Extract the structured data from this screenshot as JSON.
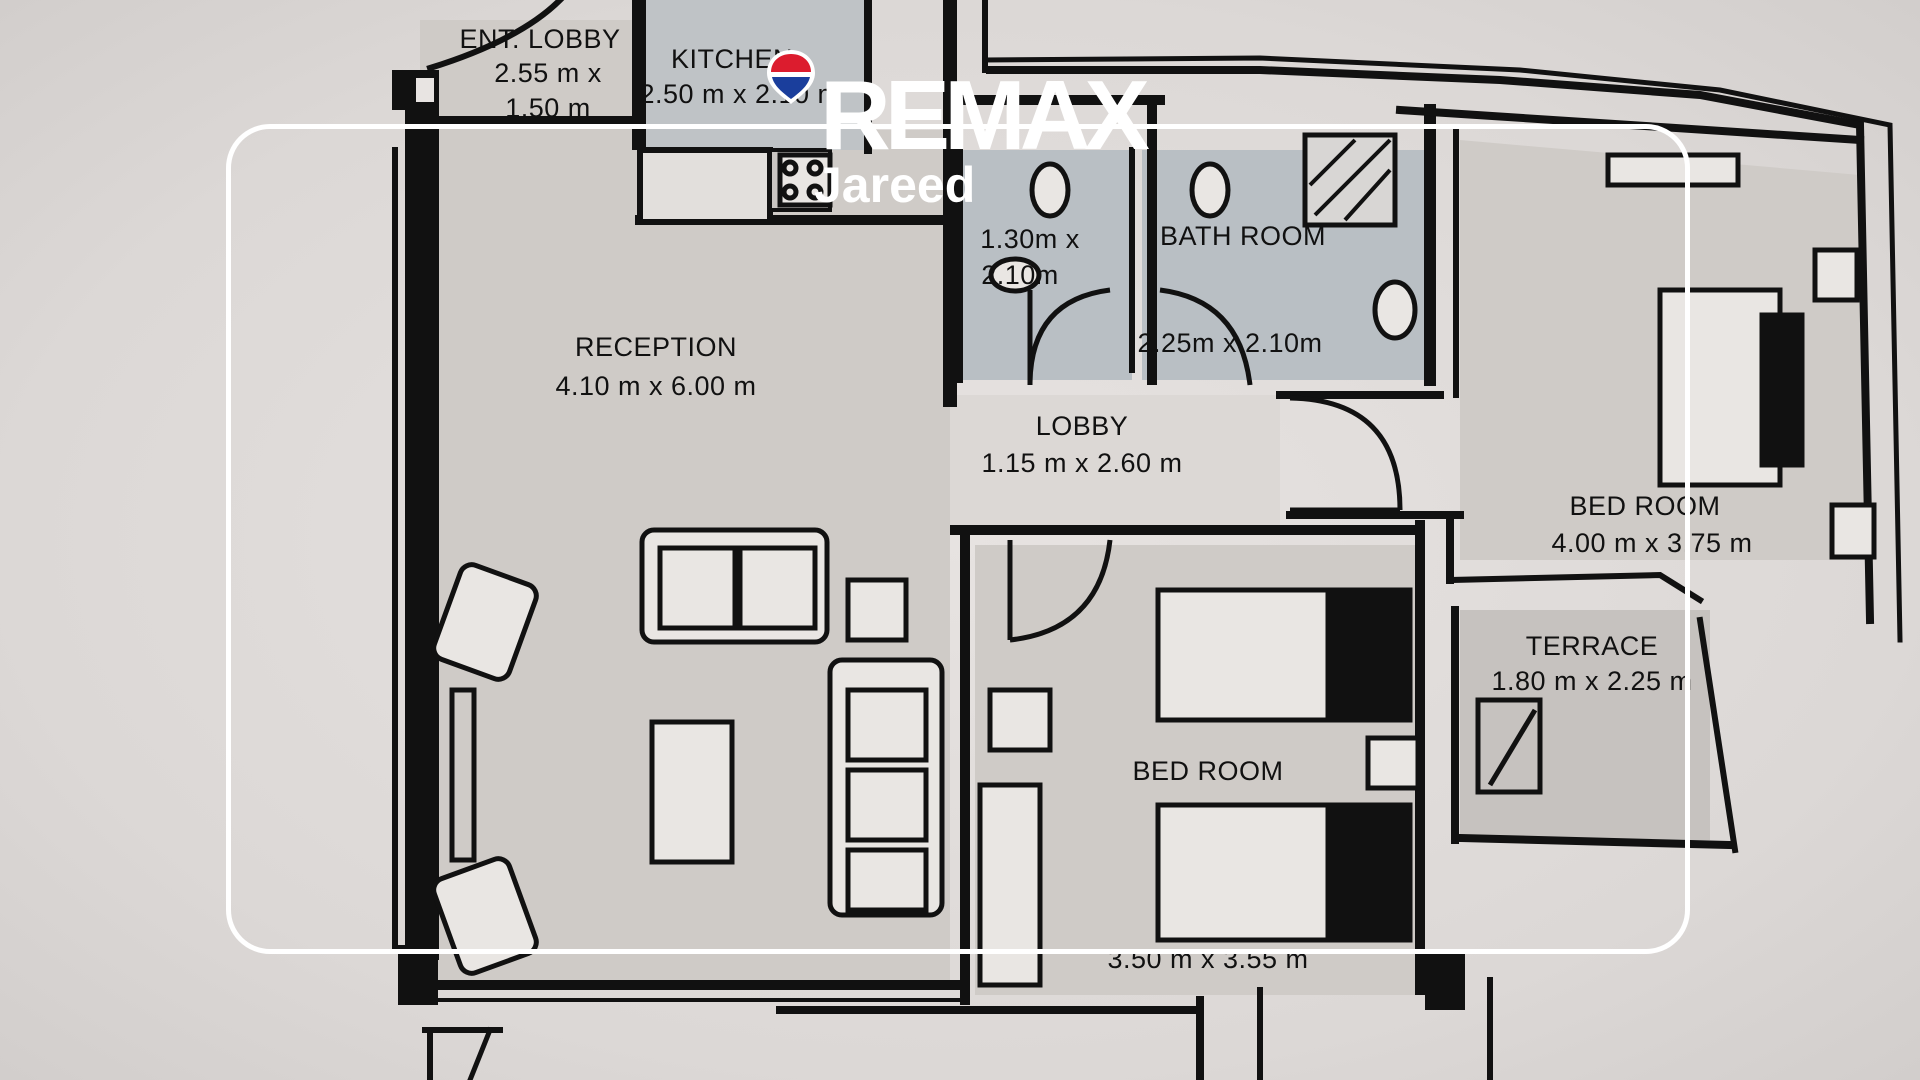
{
  "floor_plan": {
    "rooms": [
      {
        "name": "ENT. LOBBY",
        "size_line1": "2.55 m x",
        "size_line2": "1.50 m"
      },
      {
        "name": "KITCHEN",
        "size": "2.50 m x 2.10 m"
      },
      {
        "name": "RECEPTION",
        "size": "4.10 m x 6.00 m"
      },
      {
        "name": "",
        "size_line1": "1.30m x",
        "size_line2": "2.10m"
      },
      {
        "name": "BATH ROOM",
        "size": "2.25m x 2.10m"
      },
      {
        "name": "LOBBY",
        "size": "1.15 m x 2.60 m"
      },
      {
        "name": "BED ROOM",
        "size": "4.00 m x 3.75 m"
      },
      {
        "name": "TERRACE",
        "size": "1.80 m x 2.25 m"
      },
      {
        "name": "BED ROOM",
        "size": "3.50 m x 3.55 m"
      }
    ]
  },
  "watermark": {
    "brand": "REMAX",
    "sub": "Jareed"
  },
  "colors": {
    "wall": "#111111",
    "floor_dry": "#cfcbc7",
    "floor_wet": "#b9bfc4",
    "floor_outside": "#c6c2bf",
    "frame": "#ffffff",
    "pin_red": "#dc1c2e",
    "pin_blue": "#1a3e9c"
  },
  "icons": [
    "remax-balloon-icon"
  ]
}
